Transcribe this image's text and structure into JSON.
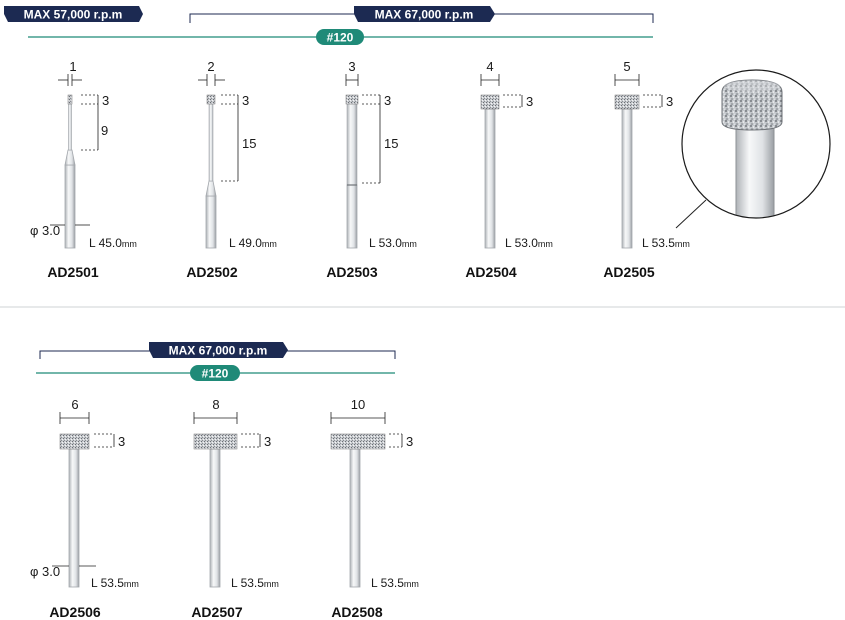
{
  "speed_badges": {
    "row1_left": "MAX 57,000 r.p.m",
    "row1_right": "MAX 67,000 r.p.m",
    "row2": "MAX 67,000 r.p.m"
  },
  "grit_badges": {
    "row1": "#120",
    "row2": "#120"
  },
  "shank_diameter_label": "φ 3.0",
  "colors": {
    "navy": "#1c2a52",
    "green": "#1f8a78",
    "steel_light": "#f4f5f6",
    "steel_dark": "#8f9398",
    "divider": "#cfd3d6"
  },
  "tools": [
    {
      "code": "AD2501",
      "diameter": "1",
      "head_height": "3",
      "neck_length": "9",
      "total_length": "L 45.0",
      "unit": "mm"
    },
    {
      "code": "AD2502",
      "diameter": "2",
      "head_height": "3",
      "neck_length": "15",
      "total_length": "L 49.0",
      "unit": "mm"
    },
    {
      "code": "AD2503",
      "diameter": "3",
      "head_height": "3",
      "neck_length": "15",
      "total_length": "L 53.0",
      "unit": "mm"
    },
    {
      "code": "AD2504",
      "diameter": "4",
      "head_height": "3",
      "total_length": "L 53.0",
      "unit": "mm"
    },
    {
      "code": "AD2505",
      "diameter": "5",
      "head_height": "3",
      "total_length": "L 53.5",
      "unit": "mm"
    },
    {
      "code": "AD2506",
      "diameter": "6",
      "head_height": "3",
      "total_length": "L 53.5",
      "unit": "mm"
    },
    {
      "code": "AD2507",
      "diameter": "8",
      "head_height": "3",
      "total_length": "L 53.5",
      "unit": "mm"
    },
    {
      "code": "AD2508",
      "diameter": "10",
      "head_height": "3",
      "total_length": "L 53.5",
      "unit": "mm"
    }
  ]
}
